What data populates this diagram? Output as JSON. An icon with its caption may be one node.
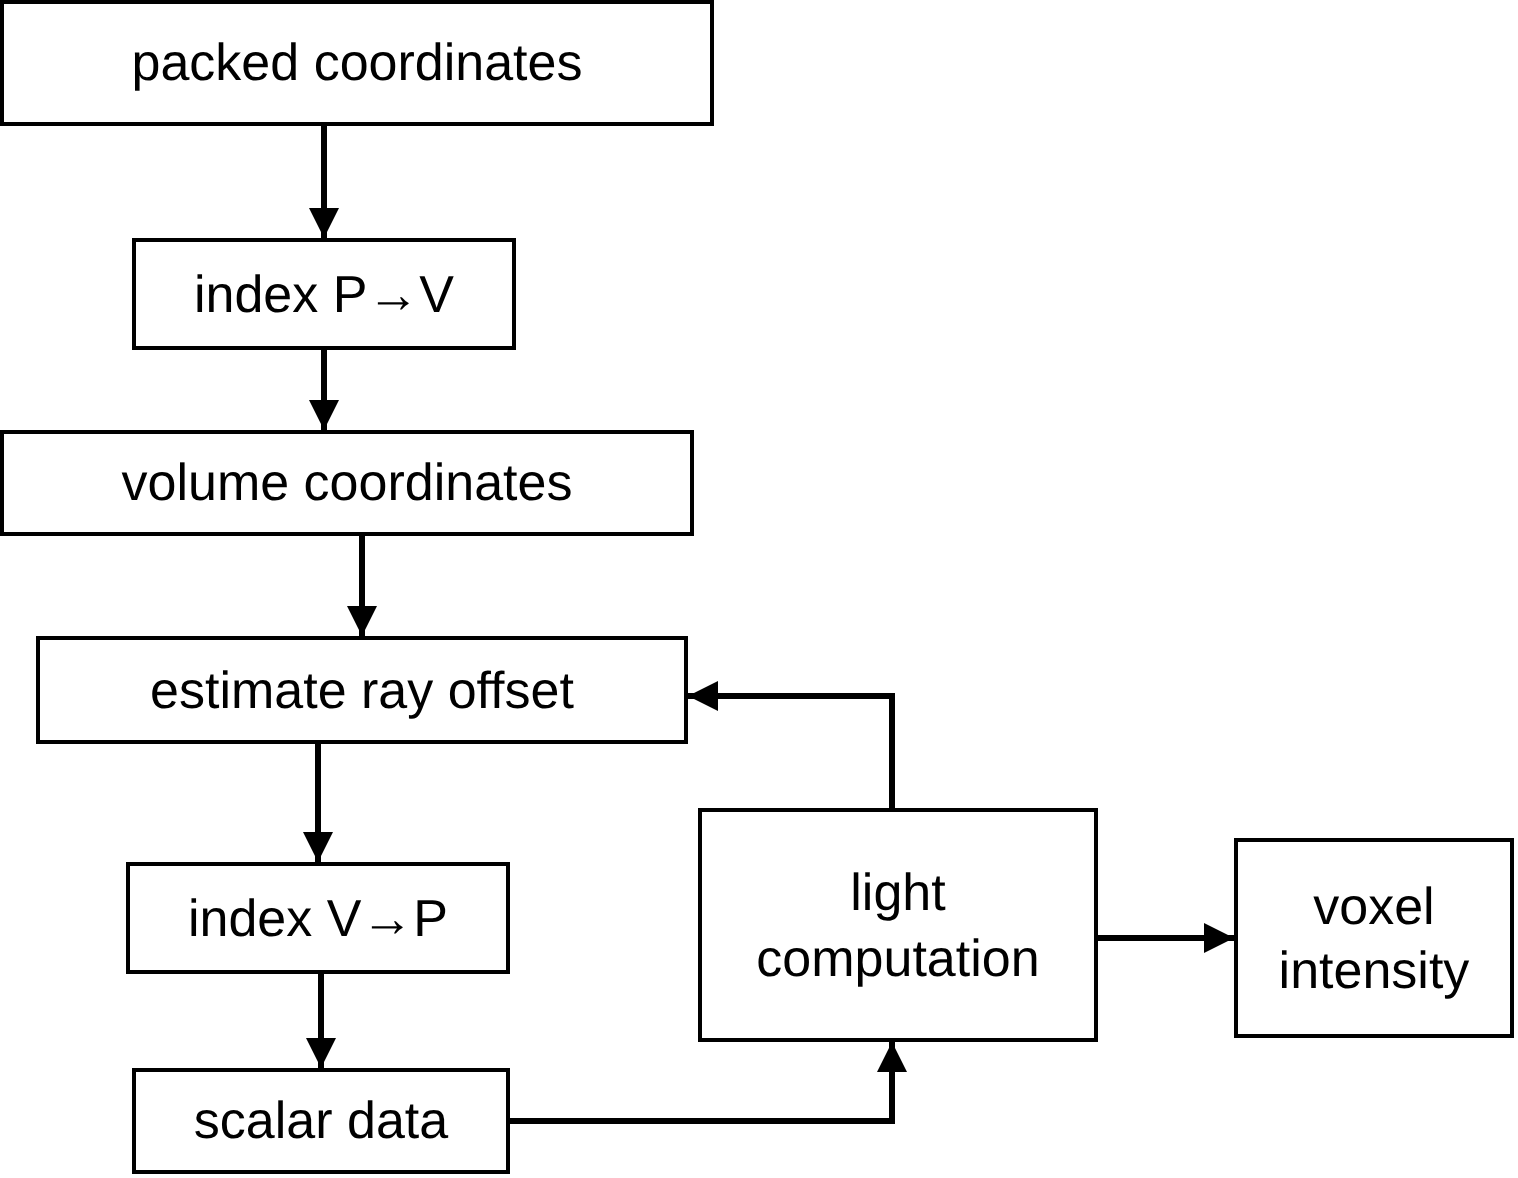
{
  "diagram": {
    "nodes": [
      {
        "text": [
          "packed coordinates"
        ]
      },
      {
        "text": [
          "index P→V"
        ]
      },
      {
        "text": [
          "volume coordinates"
        ]
      },
      {
        "text": [
          "estimate ray offset"
        ]
      },
      {
        "text": [
          "index V→P"
        ]
      },
      {
        "text": [
          "scalar data"
        ]
      },
      {
        "text": [
          "light computation"
        ]
      },
      {
        "text": [
          "voxel intensity"
        ]
      }
    ],
    "edges": [
      {
        "from": 0,
        "to": 1,
        "arrow": "to"
      },
      {
        "from": 1,
        "to": 2,
        "arrow": "to"
      },
      {
        "from": 2,
        "to": 3,
        "arrow": "to"
      },
      {
        "from": 3,
        "to": 4,
        "arrow": "to"
      },
      {
        "from": 4,
        "to": 5,
        "arrow": "to"
      },
      {
        "from": 5,
        "to": 6,
        "arrow": "to"
      },
      {
        "from": 6,
        "to": 3,
        "arrow": "to"
      },
      {
        "from": 6,
        "to": 7,
        "arrow": "to"
      }
    ]
  }
}
